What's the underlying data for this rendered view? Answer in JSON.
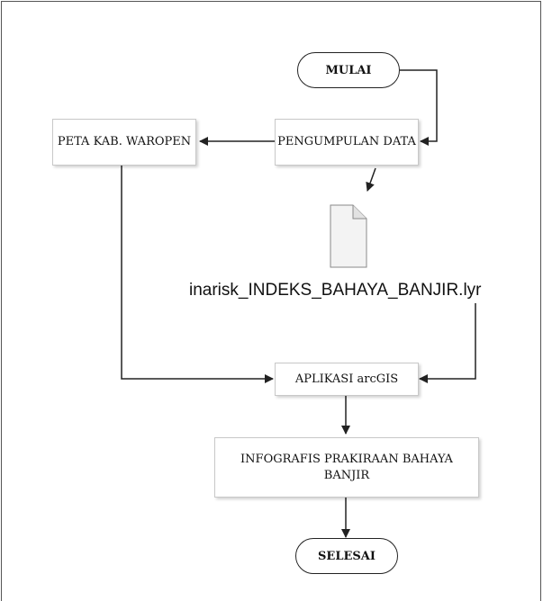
{
  "nodes": {
    "start": "MULAI",
    "data_collection": "PENGUMPULAN DATA",
    "map_source": "PETA KAB. WAROPEN",
    "layer_file": "inarisk_INDEKS_BAHAYA_BANJIR.lyr",
    "arcgis": "APLIKASI arcGIS",
    "infographic": "INFOGRAFIS PRAKIRAAN BAHAYA BANJIR",
    "end": "SELESAI"
  },
  "edges": [
    {
      "from": "MULAI",
      "to": "PENGUMPULAN DATA"
    },
    {
      "from": "PENGUMPULAN DATA",
      "to": "PETA KAB. WAROPEN"
    },
    {
      "from": "PENGUMPULAN DATA",
      "to": "inarisk_INDEKS_BAHAYA_BANJIR.lyr"
    },
    {
      "from": "PETA KAB. WAROPEN",
      "to": "APLIKASI arcGIS"
    },
    {
      "from": "inarisk_INDEKS_BAHAYA_BANJIR.lyr",
      "to": "APLIKASI arcGIS"
    },
    {
      "from": "APLIKASI arcGIS",
      "to": "INFOGRAFIS PRAKIRAAN BAHAYA BANJIR"
    },
    {
      "from": "INFOGRAFIS PRAKIRAAN BAHAYA BANJIR",
      "to": "SELESAI"
    }
  ],
  "colors": {
    "line": "#222222",
    "box_border": "#c8c8c8",
    "frame": "#555555"
  },
  "icons": {
    "layer_file": "file-icon"
  }
}
